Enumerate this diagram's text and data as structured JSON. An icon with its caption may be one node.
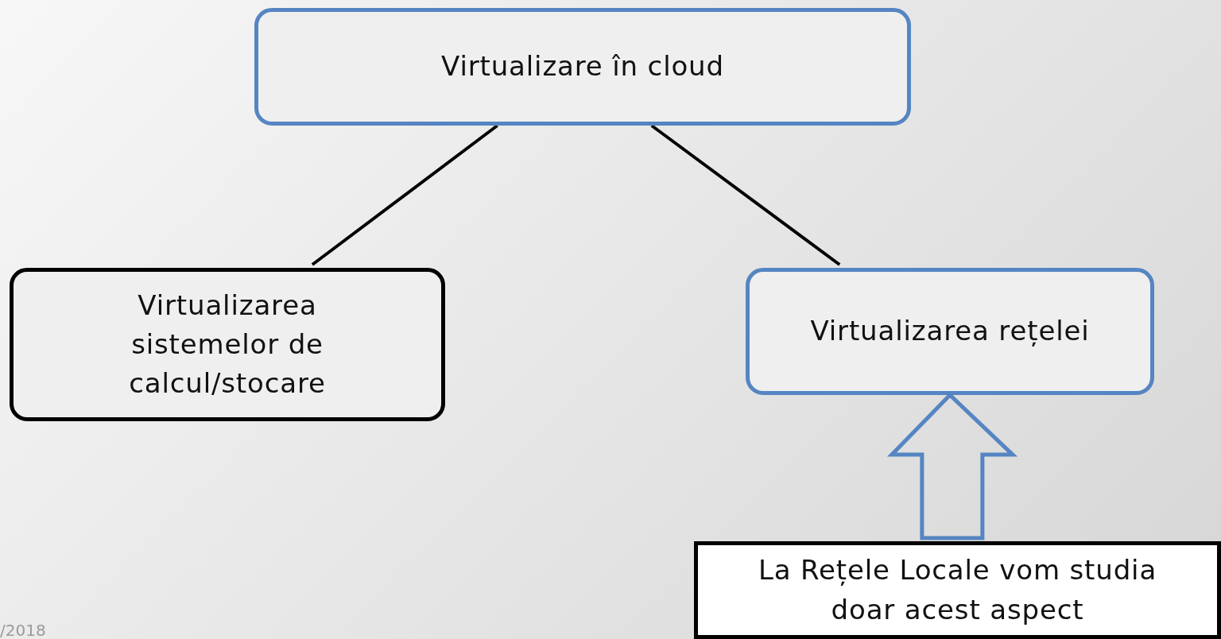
{
  "diagram": {
    "nodes": [
      {
        "text": [
          "Virtualizare în cloud"
        ]
      },
      {
        "text": [
          "Virtualizarea sistemelor de calcul/stocare"
        ]
      },
      {
        "text": [
          "Virtualizarea rețelei"
        ]
      },
      {
        "text": [
          "La Rețele Locale vom studia doar acest aspect"
        ]
      }
    ],
    "edges": [
      {
        "from": 0,
        "to": 1,
        "arrow": "none"
      },
      {
        "from": 0,
        "to": 2,
        "arrow": "none"
      },
      {
        "from": 3,
        "to": 2,
        "arrow": "to",
        "style": "thick",
        "color": "#5585c2"
      }
    ],
    "labels": [
      "/2018"
    ]
  }
}
